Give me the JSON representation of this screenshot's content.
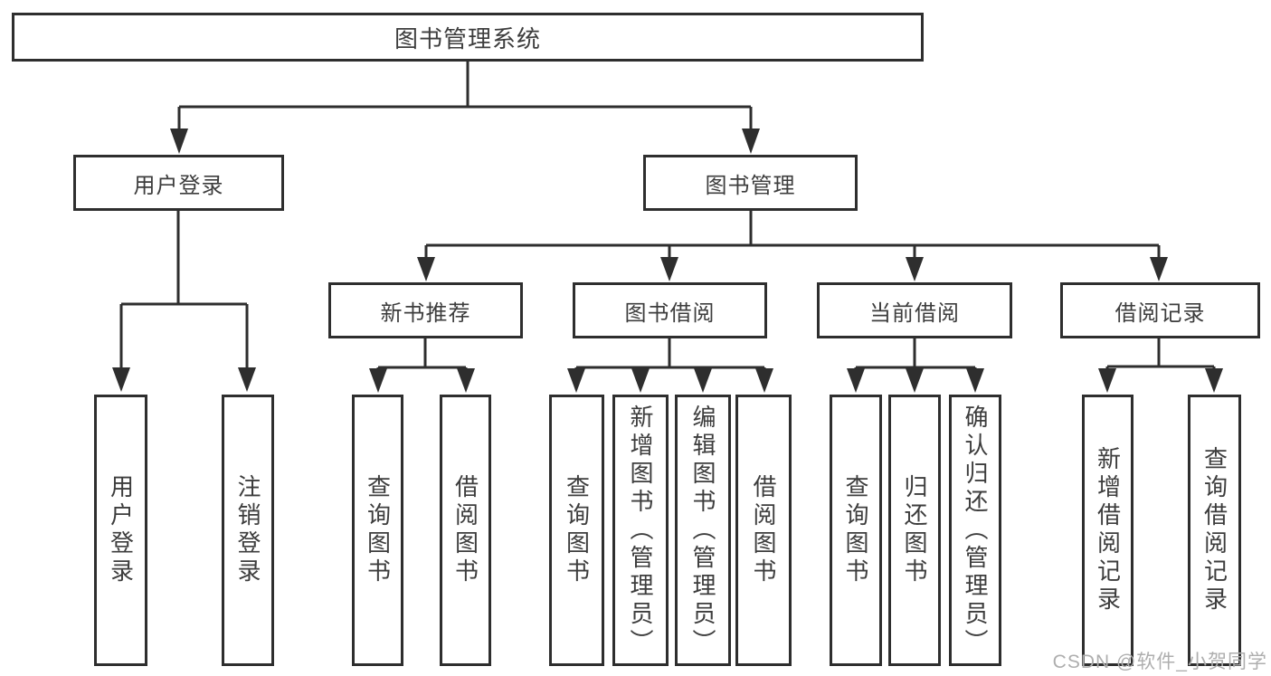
{
  "tree": {
    "label": "图书管理系统",
    "children": [
      {
        "label": "用户登录",
        "children": [
          {
            "label": "用户登录"
          },
          {
            "label": "注销登录"
          }
        ]
      },
      {
        "label": "图书管理",
        "children": [
          {
            "label": "新书推荐",
            "children": [
              {
                "label": "查询图书"
              },
              {
                "label": "借阅图书"
              }
            ]
          },
          {
            "label": "图书借阅",
            "children": [
              {
                "label": "查询图书"
              },
              {
                "label": "新增图书（管理员）"
              },
              {
                "label": "编辑图书（管理员）"
              },
              {
                "label": "借阅图书"
              }
            ]
          },
          {
            "label": "当前借阅",
            "children": [
              {
                "label": "查询图书"
              },
              {
                "label": "归还图书"
              },
              {
                "label": "确认归还（管理员）"
              }
            ]
          },
          {
            "label": "借阅记录",
            "children": [
              {
                "label": "新增借阅记录"
              },
              {
                "label": "查询借阅记录"
              }
            ]
          }
        ]
      }
    ]
  },
  "watermark": {
    "text": "CSDN @软件_小贺同学"
  },
  "colors": {
    "line": "#2e2e2e",
    "box_border": "#2e2e2e",
    "text": "#3d3d3d",
    "watermark": "#aeaeae",
    "background": "#ffffff"
  }
}
